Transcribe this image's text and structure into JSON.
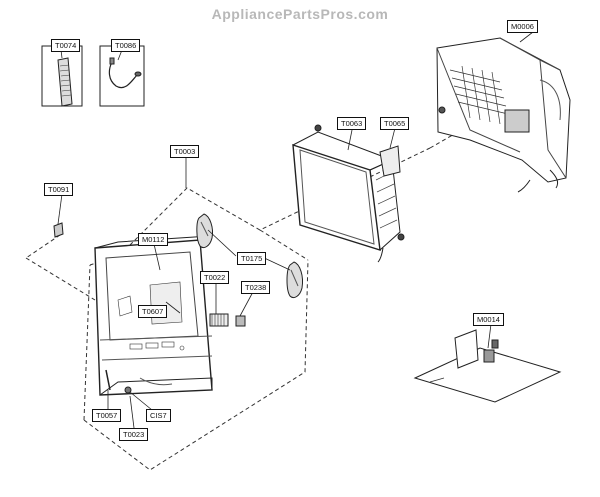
{
  "watermark": "AppliancePartsPros.com",
  "parts": {
    "t0074": "T0074",
    "t0086": "T0086",
    "m0006": "M0006",
    "t0063": "T0063",
    "t0065": "T0065",
    "t0003": "T0003",
    "t0091": "T0091",
    "m0112": "M0112",
    "t0175": "T0175",
    "t0022": "T0022",
    "t0238": "T0238",
    "t0607": "T0607",
    "m0014": "M0014",
    "t0057": "T0057",
    "cis7": "CIS7",
    "t0023": "T0023"
  }
}
